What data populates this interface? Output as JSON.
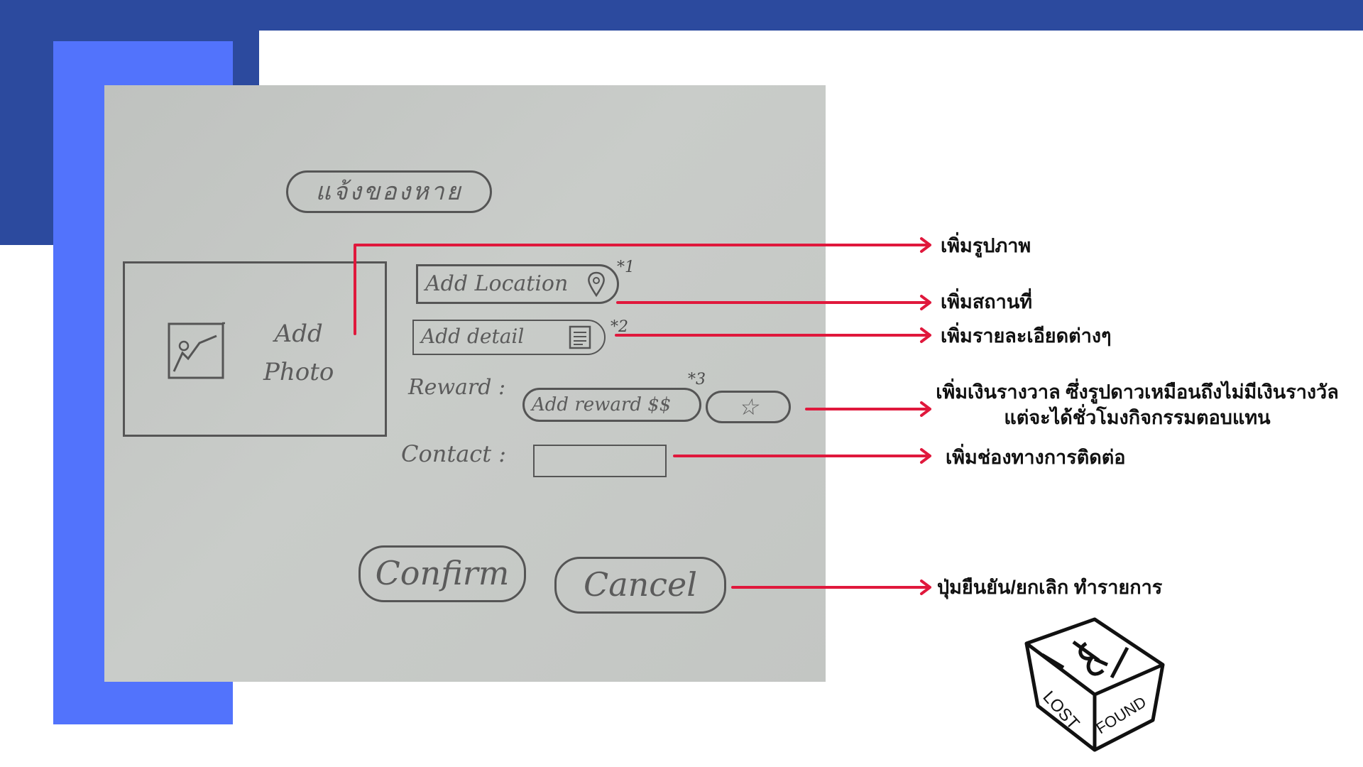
{
  "sketch": {
    "title": "แจ้งของหาย",
    "add_photo": "Add\nPhoto",
    "add_location": "Add Location",
    "location_mark": "*1",
    "add_detail": "Add detail",
    "detail_mark": "*2",
    "reward_label": "Reward :",
    "add_reward": "Add reward $$",
    "reward_mark": "*3",
    "star": "☆",
    "contact_label": "Contact :",
    "confirm": "Confirm",
    "cancel": "Cancel"
  },
  "annotations": {
    "photo": "เพิ่มรูปภาพ",
    "location": "เพิ่มสถานที่",
    "detail": "เพิ่มรายละเอียดต่างๆ",
    "reward": "เพิ่มเงินรางวาล ซึ่งรูปดาวเหมือนถึงไม่มีเงินรางวัล\nแต่จะได้ชั่วโมงกิจกรรมตอบแทน",
    "contact": "เพิ่มช่องทางการติดต่อ",
    "buttons": "ปุ่มยืนยัน/ยกเลิก ทำรายการ"
  },
  "logo": {
    "text": "LOST & FOUND"
  },
  "colors": {
    "top_bar": "#2c4a9e",
    "accent_panel": "#5273fc",
    "connector": "#e0183c",
    "paper": "#c6c9c6"
  }
}
